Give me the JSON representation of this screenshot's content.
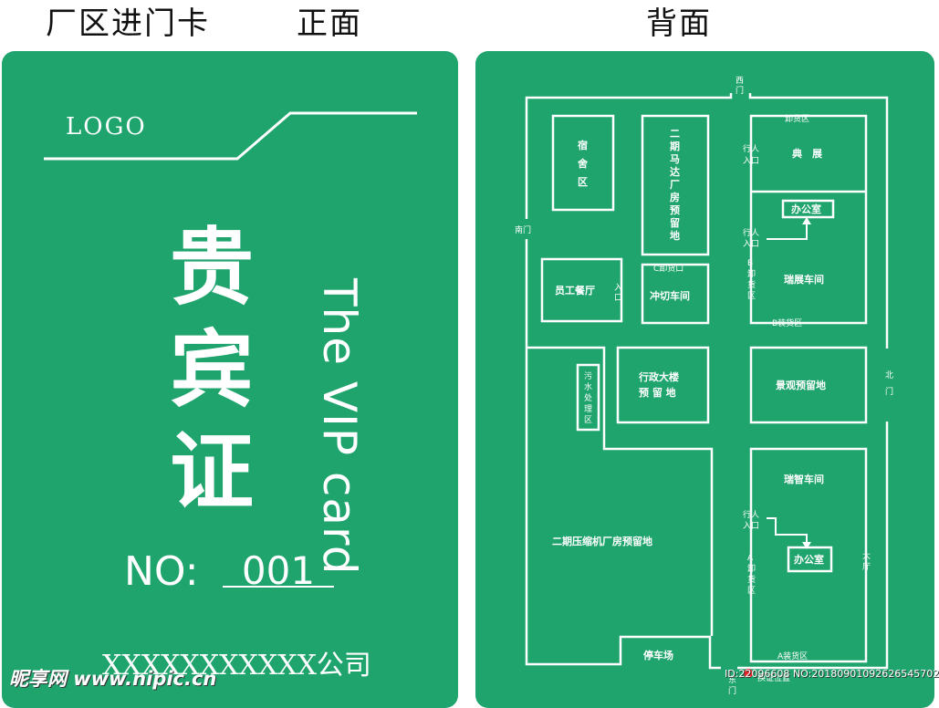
{
  "headings": {
    "front_title": "厂区进门卡",
    "front_side": "正面",
    "back_side": "背面"
  },
  "front": {
    "logo": "LOGO",
    "title_chars": [
      "贵",
      "宾",
      "证"
    ],
    "title_en": "The VIP card",
    "no_label": "NO:",
    "no_value": "001",
    "company": "XXXXXXXXXXX公司"
  },
  "map": {
    "gates": {
      "west": [
        "西",
        "门"
      ],
      "south": "南门",
      "north": [
        "北",
        "门"
      ],
      "east": [
        "东",
        "门"
      ]
    },
    "buildings": {
      "dorm": [
        "宿",
        "舍",
        "区"
      ],
      "motor": [
        "二",
        "期",
        "马",
        "达",
        "厂",
        "房",
        "预",
        "留",
        "地"
      ],
      "canteen": "员工餐厅",
      "canteen_entrance": [
        "入",
        "口"
      ],
      "cutting": "冲切车间",
      "cutting_unload": "C卸货口",
      "admin": [
        "行政大楼",
        "预 留 地"
      ],
      "sewage": [
        "污",
        "水",
        "处",
        "理",
        "区"
      ],
      "compressor": "二期压缩机厂房预留地",
      "parking": "停车场",
      "dianzhan": "典　展",
      "unload_top": "卸货区",
      "ped_1": [
        "行人",
        "入口"
      ],
      "office_1": "办公室",
      "ped_2": [
        "行人",
        "入口"
      ],
      "b_unload": [
        "B",
        "卸",
        "货",
        "区"
      ],
      "ruizhan": "瑞展车间",
      "b_load": "B装货区",
      "landscape": "景观预留地",
      "ruizhi": "瑞智车间",
      "ped_3": [
        "行人",
        "入口"
      ],
      "office_2": "办公室",
      "a_unload": [
        "A",
        "卸",
        "货",
        "区"
      ],
      "hall": [
        "大",
        "厅"
      ],
      "a_load": "A装货区",
      "card_swap": "换证位置"
    }
  },
  "watermark": {
    "site": "昵享网 www.nipic.cn",
    "id": "ID:22096608 NO:20180901092626545702"
  },
  "colors": {
    "card_green": "#1ea46c",
    "line_white": "#ffffff",
    "marker_red": "#e8222a"
  }
}
